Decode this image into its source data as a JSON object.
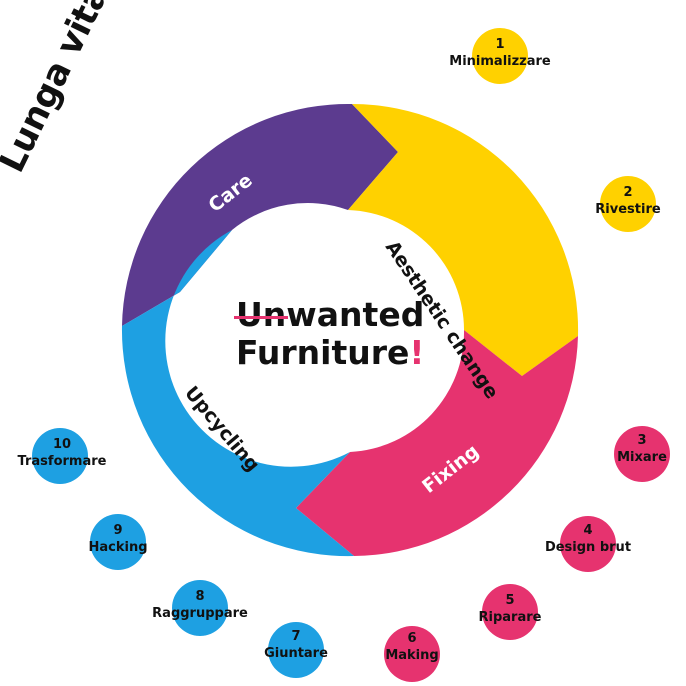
{
  "title": "Lunga vita ai mobili!",
  "center": {
    "struck": "Un",
    "word1": "wanted",
    "word2": "Furniture",
    "bang": "!"
  },
  "segments": [
    {
      "label": "Care",
      "color": "#5c3b8f"
    },
    {
      "label": "Aesthetic change",
      "color": "#ffd100"
    },
    {
      "label": "Fixing",
      "color": "#e6336f"
    },
    {
      "label": "Upcycling",
      "color": "#1ea0e2"
    }
  ],
  "steps": [
    {
      "num": "1",
      "label": "Minimalizzare",
      "color": "#ffd100"
    },
    {
      "num": "2",
      "label": "Rivestire",
      "color": "#ffd100"
    },
    {
      "num": "3",
      "label": "Mixare",
      "color": "#e6336f"
    },
    {
      "num": "4",
      "label": "Design brut",
      "color": "#e6336f"
    },
    {
      "num": "5",
      "label": "Riparare",
      "color": "#e6336f"
    },
    {
      "num": "6",
      "label": "Making",
      "color": "#e6336f"
    },
    {
      "num": "7",
      "label": "Giuntare",
      "color": "#1ea0e2"
    },
    {
      "num": "8",
      "label": "Raggruppare",
      "color": "#1ea0e2"
    },
    {
      "num": "9",
      "label": "Hacking",
      "color": "#1ea0e2"
    },
    {
      "num": "10",
      "label": "Trasformare",
      "color": "#1ea0e2"
    }
  ]
}
